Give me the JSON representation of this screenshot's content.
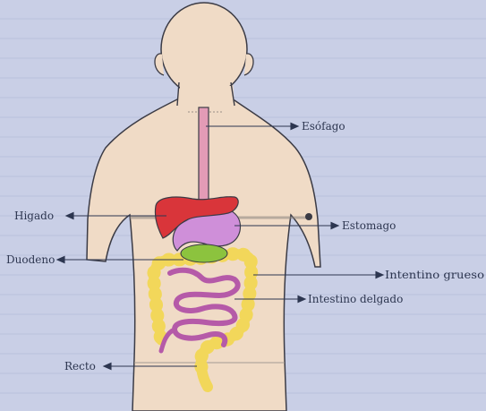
{
  "labels": {
    "esofago": "Esófago",
    "higado": "Higado",
    "estomago": "Estomago",
    "duodeno": "Duodeno",
    "intestino_grueso": "Intentino grueso",
    "intestino_delgado": "Intestino delgado",
    "recto": "Recto"
  },
  "colors": {
    "paper": "#c9cfe6",
    "skin": "#f0dbc6",
    "outline": "#3b3b45",
    "esophagus": "#e39bb6",
    "liver": "#d9353a",
    "stomach": "#cf8fd9",
    "gallbladder": "#8cc33e",
    "large_intestine": "#f2d75a",
    "small_intestine": "#b55aa8",
    "ink": "#2d3650"
  }
}
